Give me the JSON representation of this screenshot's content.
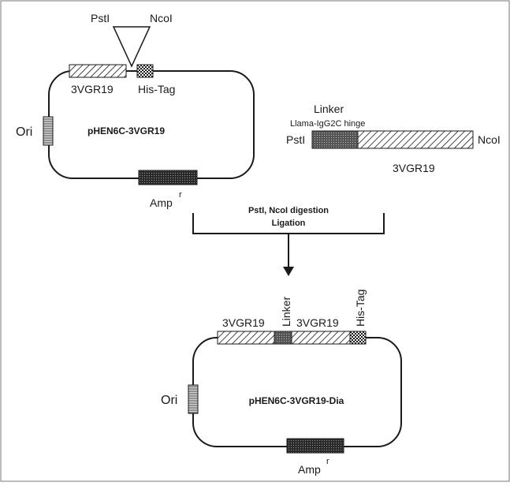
{
  "top_plasmid": {
    "name": "pHEN6C-3VGR19",
    "site_left": "PstI",
    "site_right": "NcoI",
    "insert_label": "3VGR19",
    "tag_label": "His-Tag",
    "ori_label": "Ori",
    "amp_label": "Amp",
    "amp_sup": "r"
  },
  "fragment": {
    "linker_label": "Linker",
    "hinge_label": "Llama-IgG2C hinge",
    "left_site": "PstI",
    "right_site": "NcoI",
    "insert_label": "3VGR19"
  },
  "process": {
    "line1": "PstI, NcoI digestion",
    "line2": "Ligation"
  },
  "bottom_plasmid": {
    "name": "pHEN6C-3VGR19-Dia",
    "insert1_label": "3VGR19",
    "linker_label": "Linker",
    "insert2_label": "3VGR19",
    "tag_label": "His-Tag",
    "ori_label": "Ori",
    "amp_label": "Amp",
    "amp_sup": "r"
  },
  "colors": {
    "ink": "#1a1a1a",
    "ori_fill": "#8c8c8c",
    "linker_fill": "#6e6e6e",
    "amp_fill": "#3a3a3a"
  }
}
